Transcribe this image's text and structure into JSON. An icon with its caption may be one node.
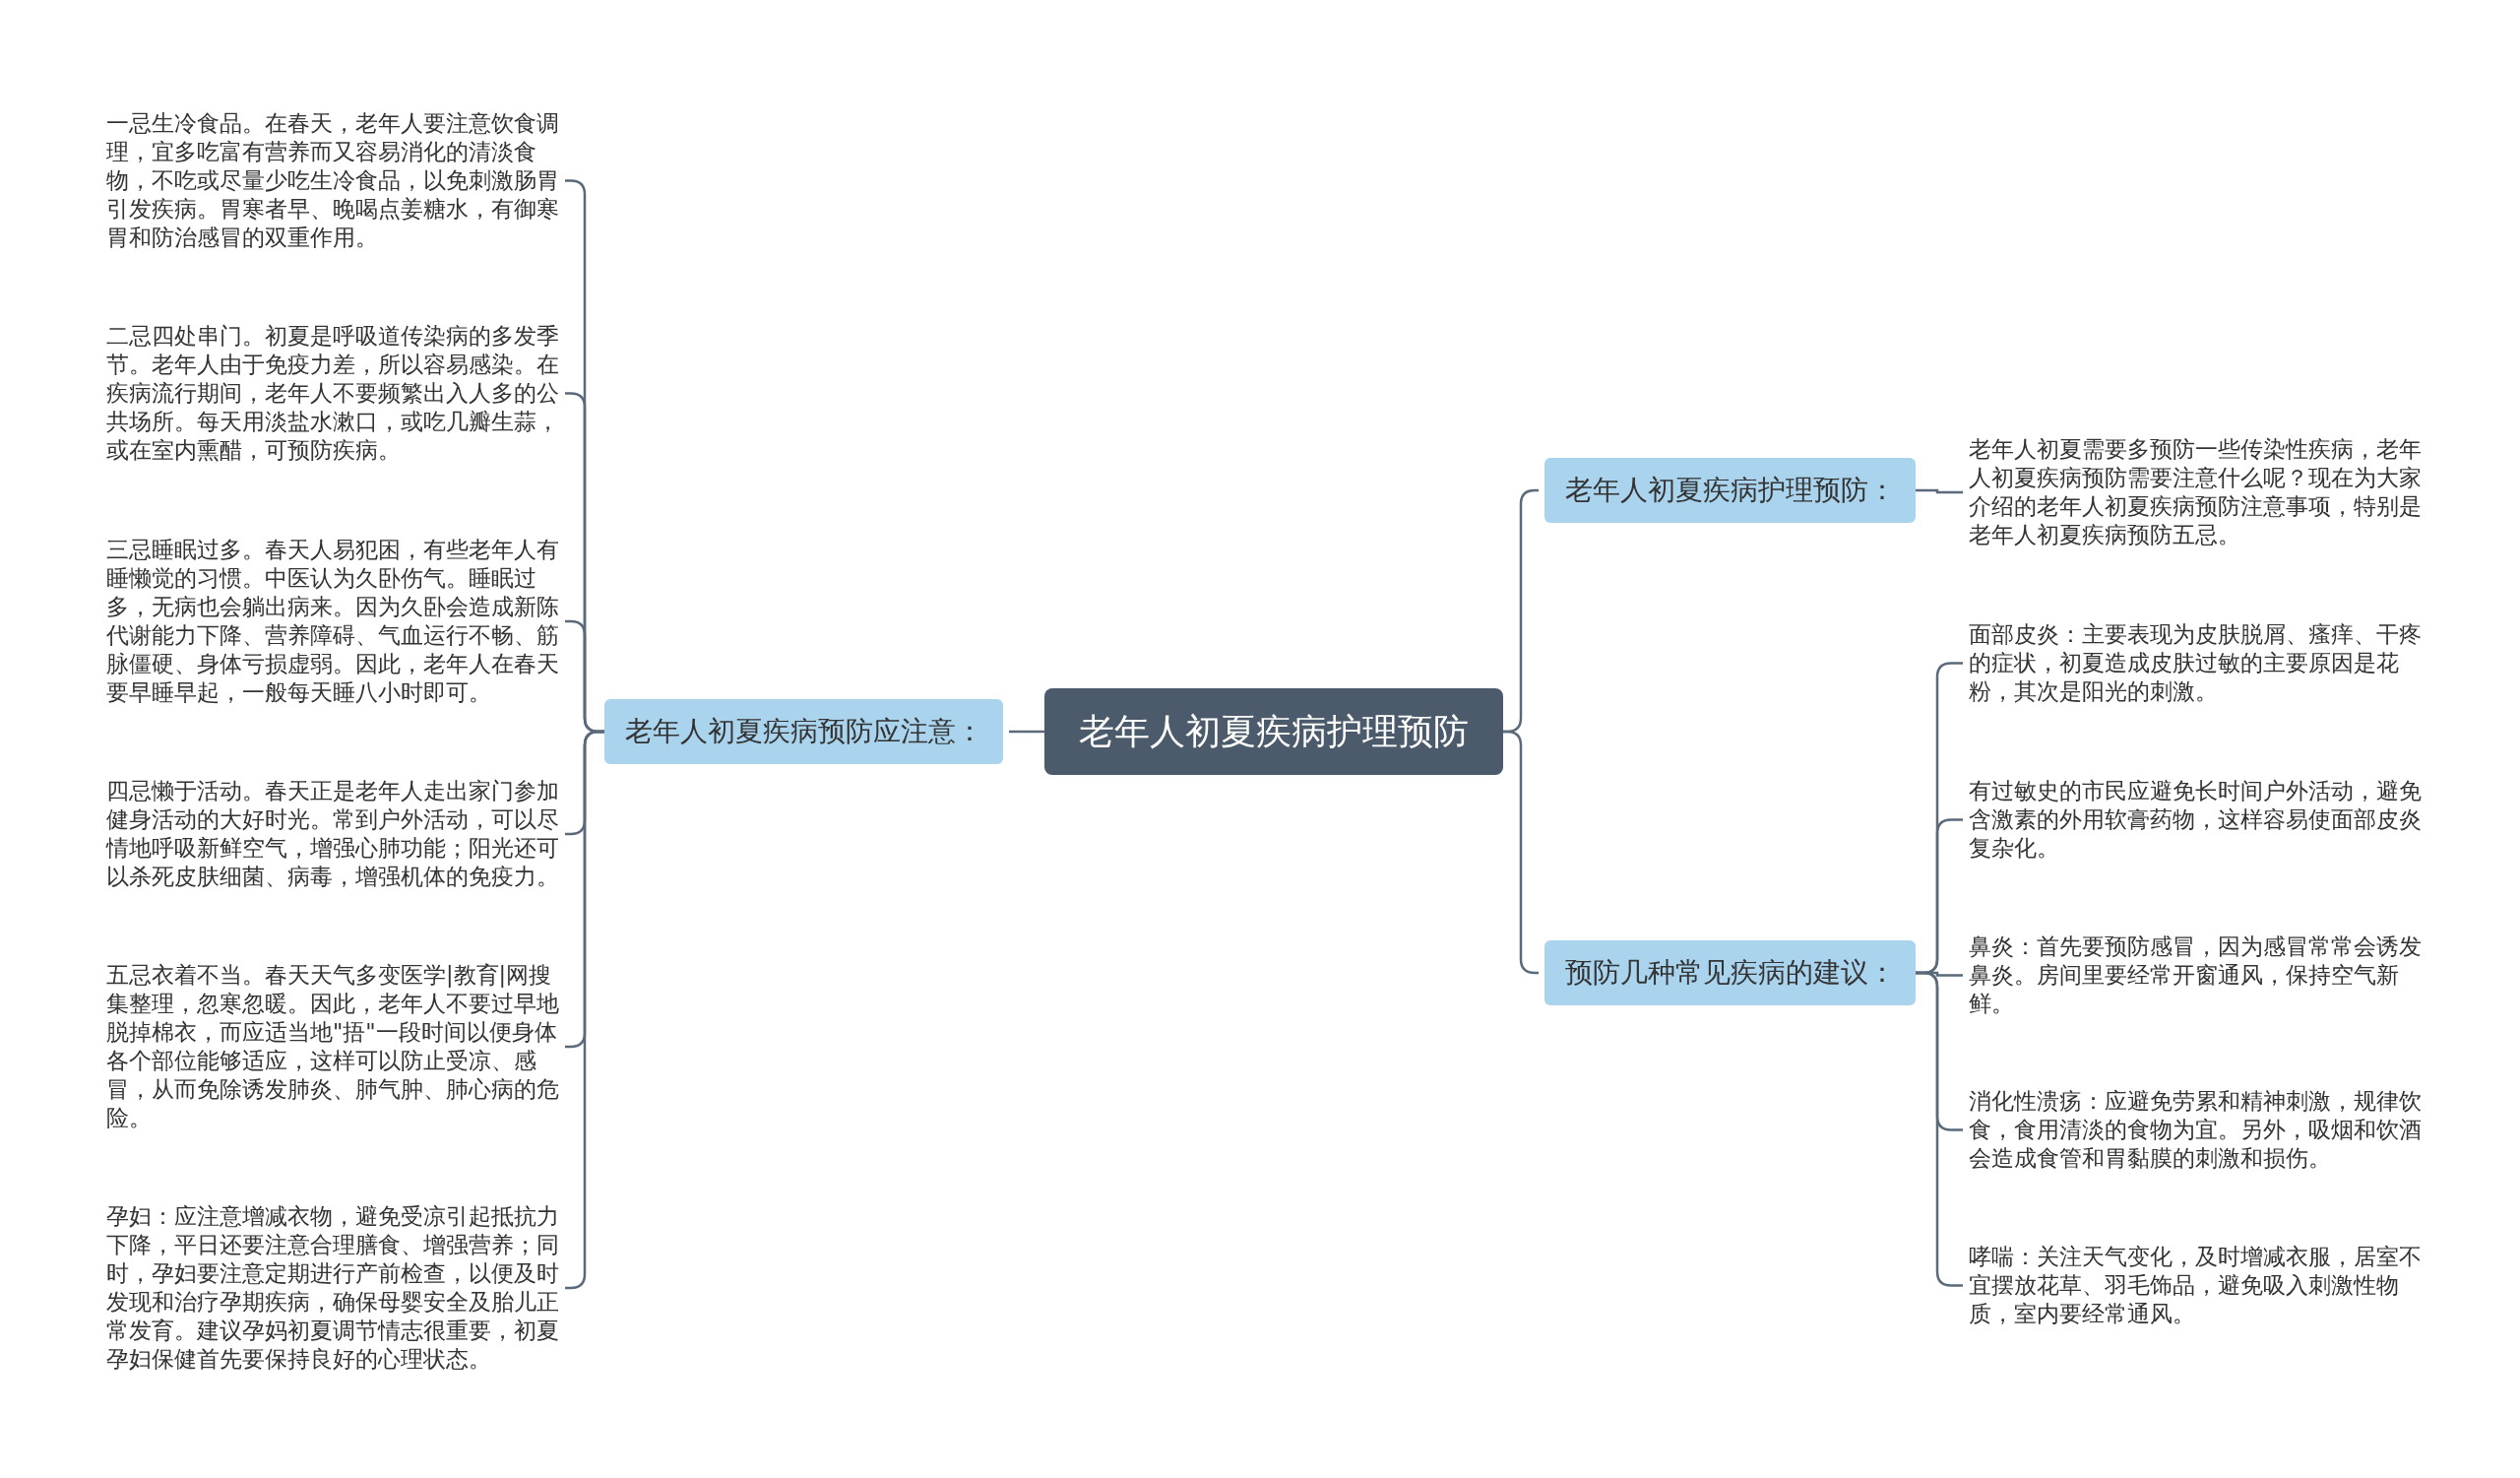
{
  "diagram": {
    "nodes": [
      {
        "text": [
          "老年人初夏疾病护理预防"
        ]
      },
      {
        "text": [
          "老年人初夏疾病预防应注意："
        ]
      },
      {
        "text": [
          "老年人初夏疾病护理预防："
        ]
      },
      {
        "text": [
          "预防几种常见疾病的建议："
        ]
      },
      {
        "text": [
          "一忌生冷食品。在春天，老年人要注意饮食调理，宜多吃富有营养而又容易消化的清淡食物，不吃或尽量少吃生冷食品，以免刺激肠胃引发疾病。胃寒者早、晚喝点姜糖水，有御寒胃和防治感冒的双重作用。"
        ]
      },
      {
        "text": [
          "二忌四处串门。初夏是呼吸道传染病的多发季节。老年人由于免疫力差，所以容易感染。在疾病流行期间，老年人不要频繁出入人多的公共场所。每天用淡盐水漱口，或吃几瓣生蒜，或在室内熏醋，可预防疾病。"
        ]
      },
      {
        "text": [
          "三忌睡眠过多。春天人易犯困，有些老年人有睡懒觉的习惯。中医认为久卧伤气。睡眠过多，无病也会躺出病来。因为久卧会造成新陈代谢能力下降、营养障碍、气血运行不畅、筋脉僵硬、身体亏损虚弱。因此，老年人在春天要早睡早起，一般每天睡八小时即可。"
        ]
      },
      {
        "text": [
          "四忌懒于活动。春天正是老年人走出家门参加健身活动的大好时光。常到户外活动，可以尽情地呼吸新鲜空气，增强心肺功能；阳光还可以杀死皮肤细菌、病毒，增强机体的免疫力。"
        ]
      },
      {
        "text": [
          "五忌衣着不当。春天天气多变医学|教育|网搜集整理，忽寒忽暖。因此，老年人不要过早地脱掉棉衣，而应适当地\"捂\"一段时间以便身体各个部位能够适应，这样可以防止受凉、感冒，从而免除诱发肺炎、肺气肿、肺心病的危险。"
        ]
      },
      {
        "text": [
          "孕妇：应注意增减衣物，避免受凉引起抵抗力下降，平日还要注意合理膳食、增强营养；同时，孕妇要注意定期进行产前检查，以便及时发现和治疗孕期疾病，确保母婴安全及胎儿正常发育。建议孕妈初夏调节情志很重要，初夏孕妇保健首先要保持良好的心理状态。"
        ]
      },
      {
        "text": [
          "老年人初夏需要多预防一些传染性疾病，老年人初夏疾病预防需要注意什么呢？现在为大家介绍的老年人初夏疾病预防注意事项，特别是老年人初夏疾病预防五忌。"
        ]
      },
      {
        "text": [
          "面部皮炎：主要表现为皮肤脱屑、瘙痒、干疼的症状，初夏造成皮肤过敏的主要原因是花粉，其次是阳光的刺激。"
        ]
      },
      {
        "text": [
          "有过敏史的市民应避免长时间户外活动，避免含激素的外用软膏药物，这样容易使面部皮炎复杂化。"
        ]
      },
      {
        "text": [
          "鼻炎：首先要预防感冒，因为感冒常常会诱发鼻炎。房间里要经常开窗通风，保持空气新鲜。"
        ]
      },
      {
        "text": [
          "消化性溃疡：应避免劳累和精神刺激，规律饮食，食用清淡的食物为宜。另外，吸烟和饮酒会造成食管和胃黏膜的刺激和损伤。"
        ]
      },
      {
        "text": [
          "哮喘：关注天气变化，及时增减衣服，居室不宜摆放花草、羽毛饰品，避免吸入刺激性物质，室内要经常通风。"
        ]
      }
    ],
    "edges": [
      {
        "from": 0,
        "to": 1,
        "arrow": "none"
      },
      {
        "from": 0,
        "to": 2,
        "arrow": "none"
      },
      {
        "from": 0,
        "to": 3,
        "arrow": "none"
      },
      {
        "from": 1,
        "to": 4,
        "arrow": "none"
      },
      {
        "from": 1,
        "to": 5,
        "arrow": "none"
      },
      {
        "from": 1,
        "to": 6,
        "arrow": "none"
      },
      {
        "from": 1,
        "to": 7,
        "arrow": "none"
      },
      {
        "from": 1,
        "to": 8,
        "arrow": "none"
      },
      {
        "from": 1,
        "to": 9,
        "arrow": "none"
      },
      {
        "from": 2,
        "to": 10,
        "arrow": "none"
      },
      {
        "from": 3,
        "to": 11,
        "arrow": "none"
      },
      {
        "from": 3,
        "to": 12,
        "arrow": "none"
      },
      {
        "from": 3,
        "to": 13,
        "arrow": "none"
      },
      {
        "from": 3,
        "to": 14,
        "arrow": "none"
      },
      {
        "from": 3,
        "to": 15,
        "arrow": "none"
      }
    ]
  }
}
